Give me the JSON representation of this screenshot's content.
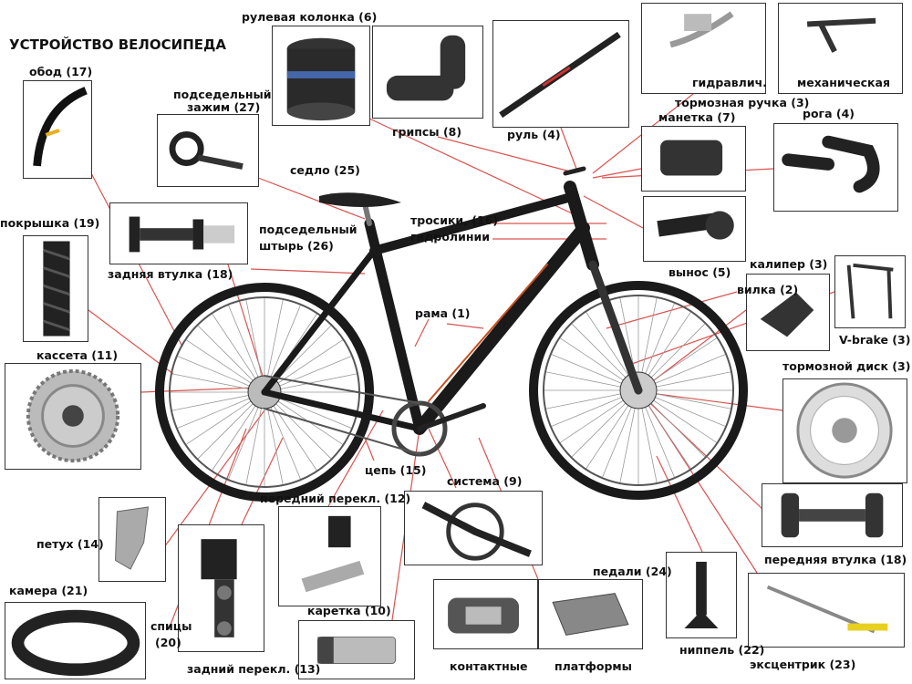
{
  "title": "УСТРОЙСТВО ВЕЛОСИПЕДА",
  "colors": {
    "leader": "#d9534f",
    "frame": "#1a1a1a",
    "accent": "#c8501e"
  },
  "labels": {
    "headset": "рулевая колонка (6)",
    "rim": "обод (17)",
    "seat_clamp_1": "подседельный",
    "seat_clamp_2": "зажим (27)",
    "grips": "грипсы (8)",
    "handlebar": "руль (4)",
    "lever_hydraulic": "гидравлич.",
    "lever_mechanical": "механическая",
    "brake_lever": "тормозная ручка (3)",
    "shifter": "манетка (7)",
    "bar_ends": "рога (4)",
    "saddle": "седло (25)",
    "tire": "покрышка (19)",
    "rear_hub": "задняя втулка (18)",
    "seatpost_1": "подседельный",
    "seatpost_2": "штырь (26)",
    "cables_1": "тросики, (16)",
    "cables_2": "гидролинии",
    "stem": "вынос (5)",
    "caliper": "калипер (3)",
    "fork": "вилка (2)",
    "frame": "рама (1)",
    "vbrake": "V-brake (3)",
    "cassette": "кассета (11)",
    "brake_disc": "тормозной диск (3)",
    "chain": "цепь (15)",
    "crankset": "система (9)",
    "front_derailleur": "передний перекл. (12)",
    "hanger": "петух (14)",
    "front_hub": "передняя втулка (18)",
    "pedals": "педали (24)",
    "tube": "камера (21)",
    "bottom_bracket": "каретка (10)",
    "spokes_1": "спицы",
    "spokes_2": "(20)",
    "valve": "ниппель (22)",
    "pedals_clipless": "контактные",
    "pedals_platform": "платформы",
    "rear_derailleur": "задний перекл. (13)",
    "quick_release": "эксцентрик (23)"
  }
}
